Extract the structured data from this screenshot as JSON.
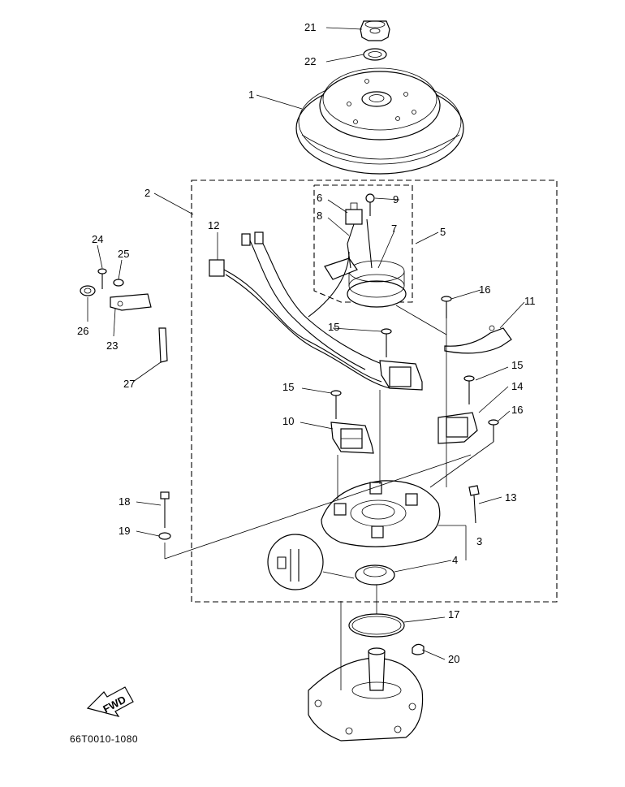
{
  "callouts": {
    "n1": "1",
    "n2": "2",
    "n3": "3",
    "n4": "4",
    "n5": "5",
    "n6": "6",
    "n7": "7",
    "n8": "8",
    "n9": "9",
    "n10": "10",
    "n11": "11",
    "n12": "12",
    "n13": "13",
    "n14": "14",
    "n15a": "15",
    "n15b": "15",
    "n15c": "15",
    "n16a": "16",
    "n16b": "16",
    "n17": "17",
    "n18": "18",
    "n19": "19",
    "n20": "20",
    "n21": "21",
    "n22": "22",
    "n23": "23",
    "n24": "24",
    "n25": "25",
    "n26": "26",
    "n27": "27"
  },
  "fwd_label": "FWD",
  "diagram_code": "66T0010-1080"
}
